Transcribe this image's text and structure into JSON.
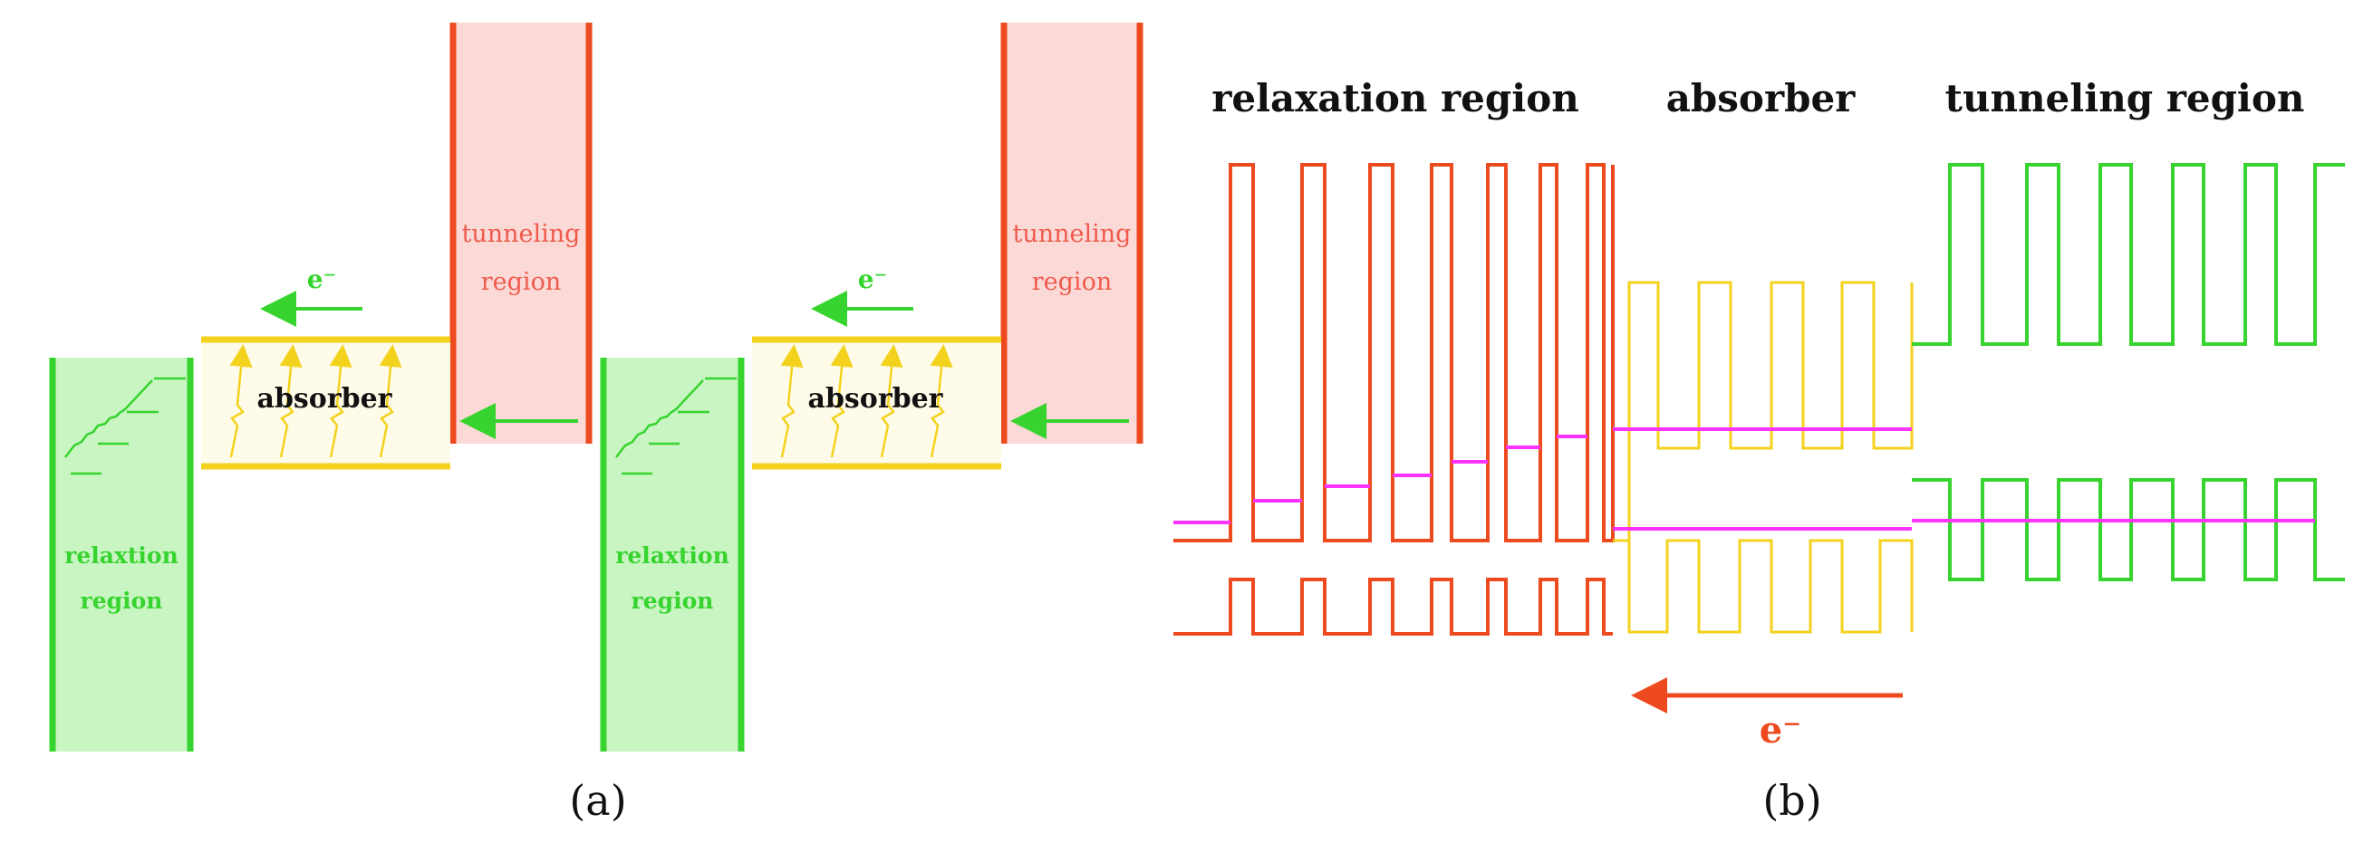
{
  "panel_a": {
    "caption": "(a)",
    "left": {
      "electron_label": "e⁻",
      "tunneling_line1": "tunneling",
      "tunneling_line2": "region",
      "absorber_label": "absorber",
      "relaxation_line1": "relaxtion",
      "relaxation_line2": "region"
    },
    "right": {
      "electron_label": "e⁻",
      "tunneling_line1": "tunneling",
      "tunneling_line2": "region",
      "absorber_label": "absorber",
      "relaxation_line1": "relaxtion",
      "relaxation_line2": "region"
    }
  },
  "panel_b": {
    "caption": "(b)",
    "relaxation_title": "relaxation region",
    "absorber_title": "absorber",
    "tunneling_title": "tunneling region",
    "electron_label": "e⁻"
  },
  "colors": {
    "green": "#37d42f",
    "green_fill": "#c9f5c2",
    "red": "#ee4a1f",
    "red_fill": "#fbd9d6",
    "yellow": "#f3d21d",
    "yellow_fill": "#fffbe9",
    "magenta": "#ff33ff",
    "black": "#111111"
  }
}
